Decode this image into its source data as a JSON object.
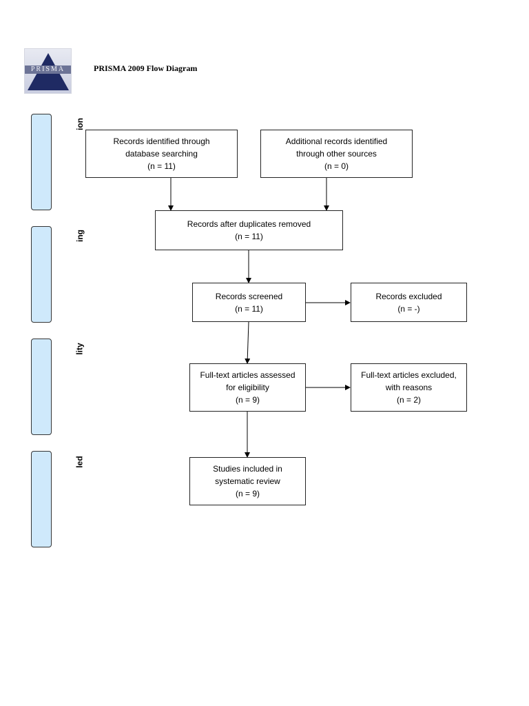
{
  "header": {
    "logo_text": "PRISMA",
    "title": "PRISMA 2009 Flow Diagram"
  },
  "stages": [
    {
      "label": "ion"
    },
    {
      "label": "ing"
    },
    {
      "label": "lity"
    },
    {
      "label": "led"
    }
  ],
  "boxes": {
    "identified_db": {
      "line1": "Records identified through",
      "line2": "database searching",
      "count": "(n = 11)"
    },
    "identified_other": {
      "line1": "Additional records identified",
      "line2": "through other sources",
      "count": "(n = 0)"
    },
    "after_duplicates": {
      "line1": "Records after duplicates removed",
      "count": "(n = 11)"
    },
    "screened": {
      "line1": "Records screened",
      "count": "(n = 11)"
    },
    "excluded": {
      "line1": "Records excluded",
      "count": "(n = -)"
    },
    "fulltext_assessed": {
      "line1": "Full-text articles assessed",
      "line2": "for eligibility",
      "count": "(n = 9)"
    },
    "fulltext_excluded": {
      "line1": "Full-text articles excluded,",
      "line2": "with reasons",
      "count": "(n = 2)"
    },
    "included": {
      "line1": "Studies included in",
      "line2": "systematic review",
      "count": "(n = 9)"
    }
  }
}
